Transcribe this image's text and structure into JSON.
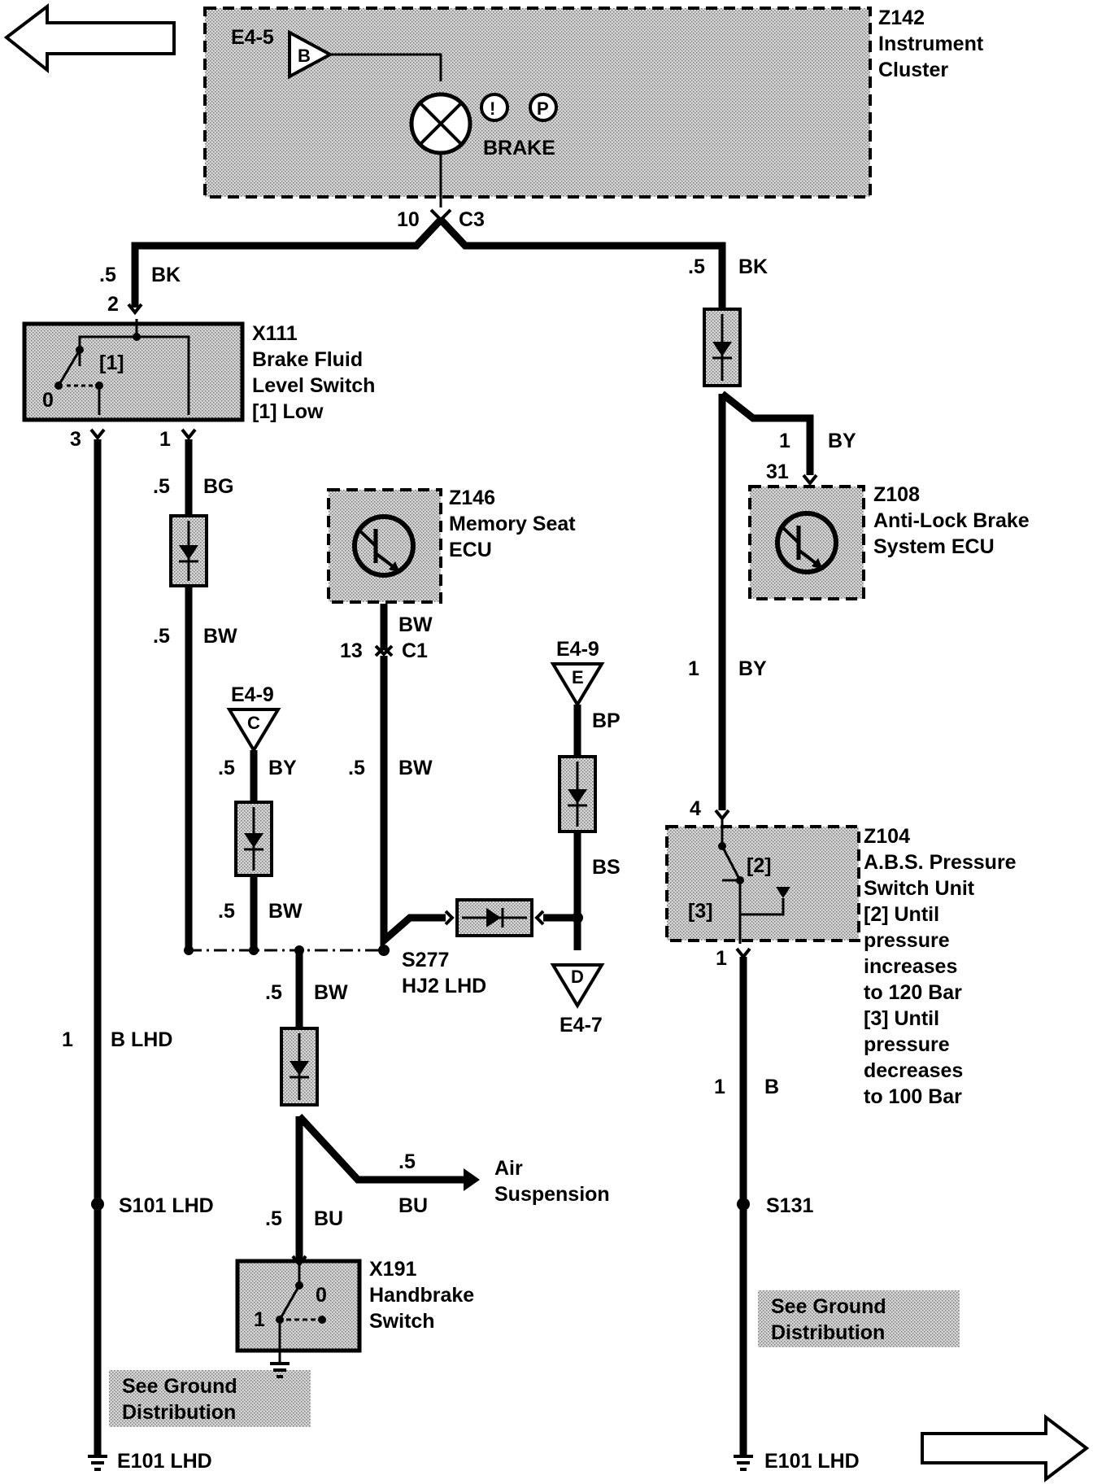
{
  "components": {
    "z142": {
      "id": "Z142",
      "line1": "Instrument",
      "line2": "Cluster",
      "bulb_label": "BRAKE",
      "ref": "E4-5",
      "input": "B",
      "icon1": "!",
      "icon2": "P"
    },
    "x111": {
      "id": "X111",
      "line1": "Brake Fluid",
      "line2": "Level Switch",
      "line3": "[1]  Low",
      "state1": "[1]",
      "state0": "0"
    },
    "z146": {
      "id": "Z146",
      "line1": "Memory Seat",
      "line2": "ECU"
    },
    "z108": {
      "id": "Z108",
      "line1": "Anti-Lock Brake",
      "line2": "System ECU"
    },
    "z104": {
      "id": "Z104",
      "line1": "A.B.S. Pressure",
      "line2": "Switch Unit",
      "line3": "[2]  Until",
      "line4": "pressure",
      "line5": "increases",
      "line6": "to 120 Bar",
      "line7": "[3]  Until",
      "line8": "pressure",
      "line9": "decreases",
      "line10": "to 100 Bar",
      "state2": "[2]",
      "state3": "[3]"
    },
    "x191": {
      "id": "X191",
      "line1": "Handbrake",
      "line2": "Switch",
      "state0": "0",
      "state1": "1"
    }
  },
  "connectors": {
    "c3": {
      "pin": "10",
      "name": "C3"
    },
    "c1": {
      "pin": "13",
      "name": "C1"
    },
    "x111_pin_in": "2",
    "x111_pin3": "3",
    "x111_pin1": "1",
    "z108_pin_a": "1",
    "z108_pin_b": "31",
    "z104_pin_in": "4",
    "z104_pin_out": "1"
  },
  "wires": {
    "left_top": {
      "size": ".5",
      "color": "BK"
    },
    "right_top": {
      "size": ".5",
      "color": "BK"
    },
    "z108_branch": {
      "color": "BY"
    },
    "bg": {
      "size": ".5",
      "color": "BG"
    },
    "bw_left": {
      "size": ".5",
      "color": "BW"
    },
    "z146_out": {
      "color": "BW"
    },
    "z146_mid": {
      "size": ".5",
      "color": "BW"
    },
    "e49c_out": {
      "size": ".5",
      "color": "BY"
    },
    "e49c_after": {
      "size": ".5",
      "color": "BW"
    },
    "bp": {
      "color": "BP"
    },
    "bs": {
      "color": "BS"
    },
    "abs_by": {
      "size": "1",
      "color": "BY"
    },
    "bw_lower": {
      "size": ".5",
      "color": "BW"
    },
    "bu": {
      "size": ".5",
      "color": "BU"
    },
    "air": {
      "size": ".5",
      "color": "BU"
    },
    "b_lhd": {
      "size": "1",
      "color": "B  LHD"
    },
    "b_right": {
      "size": "1",
      "color": "B"
    }
  },
  "refs": {
    "e49_c": {
      "ref": "E4-9",
      "letter": "C"
    },
    "e49_e": {
      "ref": "E4-9",
      "letter": "E"
    },
    "e47_d": {
      "ref": "E4-7",
      "letter": "D"
    }
  },
  "splices": {
    "s277": {
      "name": "S277",
      "sub": "HJ2  LHD"
    },
    "s101": "S101  LHD",
    "s131": "S131"
  },
  "air_suspension": {
    "line1": "Air",
    "line2": "Suspension"
  },
  "grounds": {
    "left": "E101  LHD",
    "right": "E101  LHD",
    "note_left": {
      "line1": "See Ground",
      "line2": "Distribution"
    },
    "note_right": {
      "line1": "See Ground",
      "line2": "Distribution"
    }
  }
}
